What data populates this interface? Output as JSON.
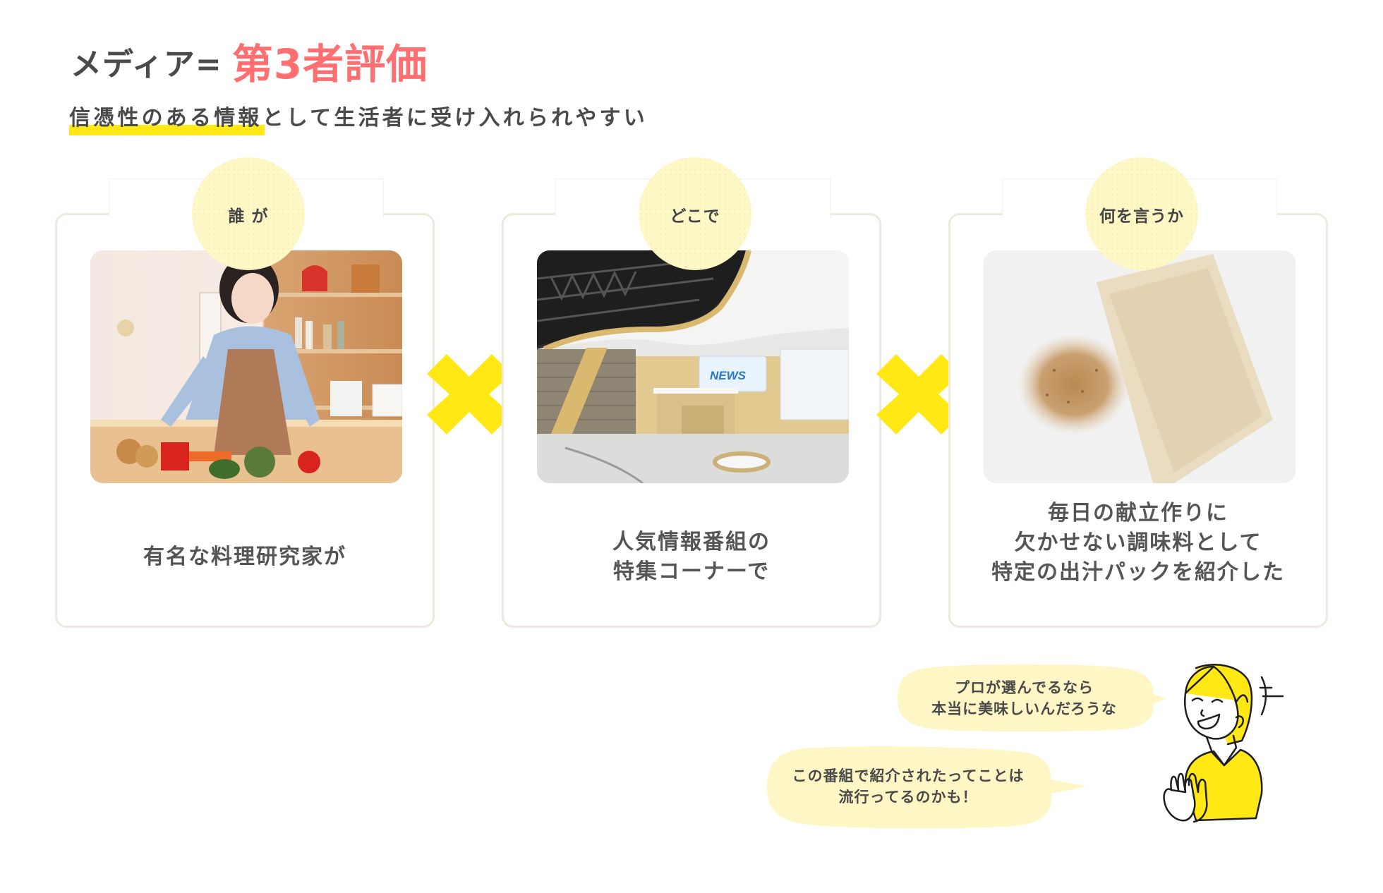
{
  "header": {
    "title_prefix": "メディア=",
    "title_accent": "第3者評価",
    "subtitle": "信憑性のある情報として生活者に受け入れられやすい",
    "subtitle_highlighted_part": "信憑性のある情報"
  },
  "cards": [
    {
      "badge": "誰 が",
      "image": "woman-cooking-in-kitchen-photo",
      "text_lines": [
        "有名な料理研究家が"
      ]
    },
    {
      "badge": "どこで",
      "image": "tv-news-studio-photo",
      "image_caption": "NEWS",
      "text_lines": [
        "人気情報番組の",
        "特集コーナーで"
      ]
    },
    {
      "badge": "何を言うか",
      "image": "dashi-pack-photo",
      "text_lines": [
        "毎日の献立作りに",
        "欠かせない調味料として",
        "特定の出汁パックを紹介した"
      ]
    }
  ],
  "operators": [
    "×",
    "×"
  ],
  "speech_bubbles": [
    {
      "lines": [
        "プロが選んでるなら",
        "本当に美味しいんだろうな"
      ]
    },
    {
      "lines": [
        "この番組で紹介されたってことは",
        "流行ってるのかも！"
      ]
    }
  ],
  "character": "smiling-woman-clapping-illustration",
  "colors": {
    "accent_red": "#ff6e70",
    "accent_yellow": "#ffe814",
    "badge_fill": "#fef8c6",
    "bubble_fill": "#fef6c4",
    "text_gray": "#4a4a4a",
    "card_border": "#ede9df"
  }
}
